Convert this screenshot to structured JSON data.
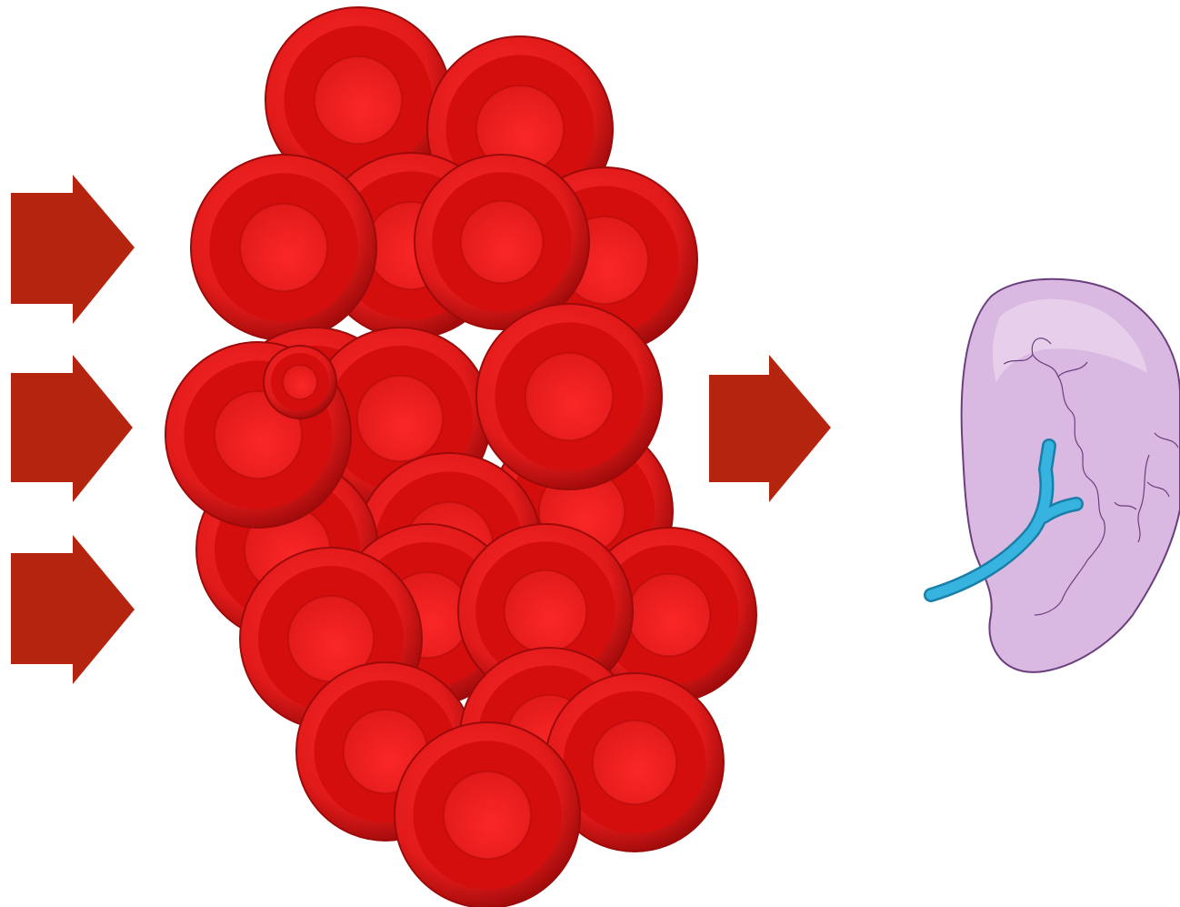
{
  "colors": {
    "background": "#ffffff",
    "arrow": "#b5240e",
    "cell_base": "#e11a1a",
    "cell_light": "#fb2727",
    "cell_dark": "#9c0a0a",
    "cell_rim": "#d40d0d",
    "spleen_fill": "#d9b8e1",
    "spleen_highlight": "#ead4ef",
    "spleen_outline": "#6b3f7d",
    "vessel": "#36b3df",
    "vessel_outline": "#1a7fa8"
  },
  "diagram": {
    "input_arrows": {
      "count": 3,
      "direction": "right"
    },
    "output_arrow": {
      "direction": "right"
    },
    "cell_cluster": {
      "kind": "red blood cells",
      "count": 22
    },
    "organ": {
      "kind": "spleen",
      "icon": "spleen-icon"
    }
  }
}
